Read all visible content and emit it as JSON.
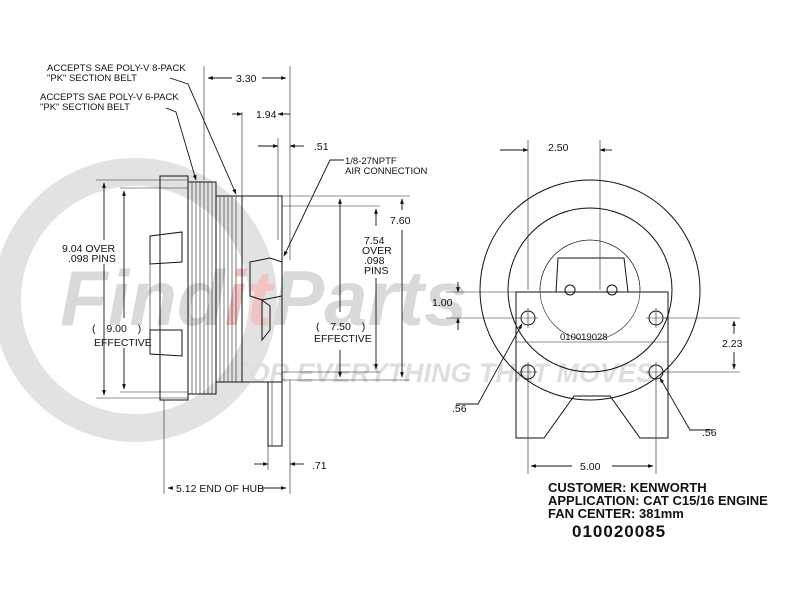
{
  "watermark": {
    "brand_part1": "Find",
    "brand_part2": "it",
    "brand_part3": "Parts",
    "tagline": "FOR EVERYTHING THAT MOVES",
    "color_grey": "#dcdcdc",
    "color_red": "#f2c9c9"
  },
  "side_view": {
    "belt_8pack_line1": "ACCEPTS SAE POLY-V 8-PACK",
    "belt_8pack_line2": "\"PK\" SECTION BELT",
    "belt_6pack_line1": "ACCEPTS SAE POLY-V 6-PACK",
    "belt_6pack_line2": "\"PK\" SECTION BELT",
    "dim_3_30": "3.30",
    "dim_1_94": "1.94",
    "dim_0_51": ".51",
    "air_line1": "1/8-27NPTF",
    "air_line2": "AIR CONNECTION",
    "dim_7_60": "7.60",
    "dim_7_54_line1": "7.54",
    "dim_7_54_line2": "OVER",
    "dim_7_54_line3": ".098",
    "dim_7_54_line4": "PINS",
    "dim_7_50": "7.50",
    "effective_right": "EFFECTIVE",
    "dim_9_04_line1": "9.04 OVER",
    "dim_9_04_line2": ".098 PINS",
    "dim_9_00_open": "(",
    "dim_9_00": "9.00",
    "dim_9_00_close": ")",
    "effective_left": "EFFECTIVE",
    "dim_7_50_open": "(",
    "dim_7_50_close": ")",
    "dim_0_71": ".71",
    "end_of_hub": "5.12 END OF HUB"
  },
  "front_view": {
    "dim_2_50": "2.50",
    "dim_1_00": "1.00",
    "dim_2_23": "2.23",
    "dim_0_56_left": ".56",
    "dim_0_56_right": ".56",
    "dim_5_00": "5.00",
    "stamp": "010019028"
  },
  "caption": {
    "customer": "CUSTOMER: KENWORTH",
    "application": "APPLICATION: CAT C15/16 ENGINE",
    "fan_center": "FAN CENTER: 381mm",
    "part_number": "010020085"
  }
}
